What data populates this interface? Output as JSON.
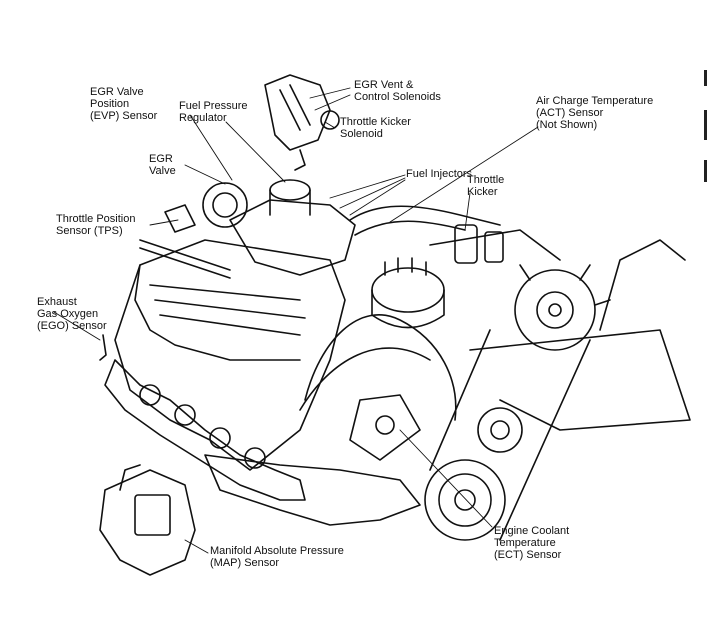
{
  "diagram": {
    "labels": {
      "egr_vent": [
        "EGR Vent &",
        "Control Solenoids"
      ],
      "throttle_kicker_solenoid": [
        "Throttle Kicker",
        "Solenoid"
      ],
      "evp_sensor": [
        "EGR Valve",
        "Position",
        "(EVP) Sensor"
      ],
      "fuel_pressure_regulator": [
        "Fuel Pressure",
        "Regulator"
      ],
      "act_sensor": [
        "Air Charge Temperature",
        "(ACT) Sensor",
        "(Not Shown)"
      ],
      "egr_valve": [
        "EGR",
        "Valve"
      ],
      "fuel_injectors": [
        "Fuel Injectors"
      ],
      "throttle_kicker": [
        "Throttle",
        "Kicker"
      ],
      "tps": [
        "Throttle Position",
        "Sensor (TPS)"
      ],
      "ego_sensor": [
        "Exhaust",
        "Gas Oxygen",
        "(EGO) Sensor"
      ],
      "ect_sensor": [
        "Engine Coolant",
        "Temperature",
        "(ECT) Sensor"
      ],
      "map_sensor": [
        "Manifold Absolute Pressure",
        "(MAP) Sensor"
      ]
    }
  }
}
